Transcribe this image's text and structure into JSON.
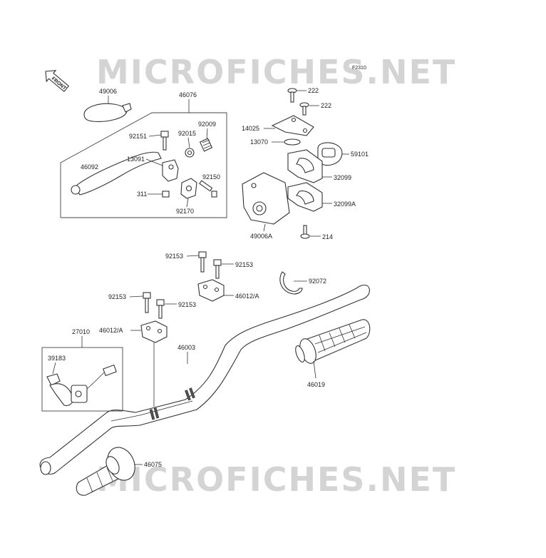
{
  "diagram_code": "F2310",
  "watermark": "MICROFICHES.NET",
  "front_arrow_label": "FRONT",
  "parts": {
    "p49006": "49006",
    "p46076": "46076",
    "p92151": "92151",
    "p92015": "92015",
    "p92009": "92009",
    "p46092": "46092",
    "p13091": "13091",
    "p92150": "92150",
    "p311": "311",
    "p92170": "92170",
    "p222a": "222",
    "p222b": "222",
    "p14025": "14025",
    "p13070": "13070",
    "p59101": "59101",
    "p32099": "32099",
    "p32099A": "32099A",
    "p49006A": "49006A",
    "p214": "214",
    "p92153a": "92153",
    "p92153b": "92153",
    "p46012A_upper": "46012/A",
    "p92072": "92072",
    "p92153c": "92153",
    "p92153d": "92153",
    "p46012A_lower": "46012/A",
    "p27010": "27010",
    "p46003": "46003",
    "p39183": "39183",
    "p46019": "46019",
    "p46075": "46075"
  }
}
